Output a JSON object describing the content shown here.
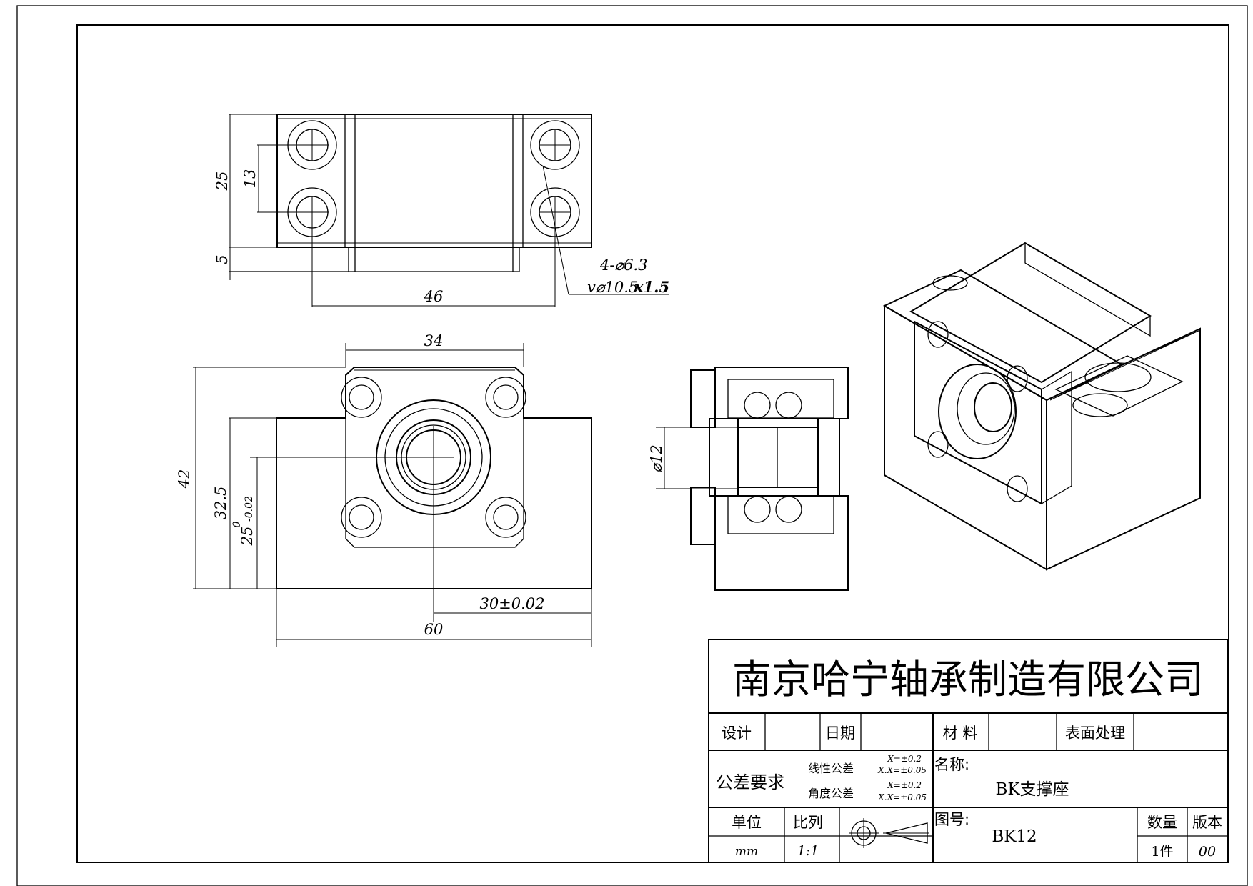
{
  "drawing": {
    "dimensions": {
      "top_view": {
        "height_25": "25",
        "spacing_13": "13",
        "offset_5": "5",
        "hole_spacing_46": "46",
        "holes_count_dia": "4-⌀6.3",
        "counterbore": "v⌀10.5",
        "counterbore_depth": "x1.5"
      },
      "front_view": {
        "width_34": "34",
        "height_42": "42",
        "height_32_5": "32.5",
        "height_25": "25",
        "tol_upper": "0",
        "tol_lower": "-0.02",
        "center_30": "30±0.02",
        "width_60": "60"
      },
      "section_view": {
        "bore_dia": "⌀12"
      }
    }
  },
  "title_block": {
    "company": "南京哈宁轴承制造有限公司",
    "design_label": "设计",
    "date_label": "日期",
    "material_label": "材 料",
    "surface_label": "表面处理",
    "tolerance_label": "公差要求",
    "linear_tol_label": "线性公差",
    "angular_tol_label": "角度公差",
    "linear_tol_1": "X=±0.2",
    "linear_tol_2": "X.X=±0.05",
    "angular_tol_1": "X=±0.2",
    "angular_tol_2": "X.X=±0.05",
    "name_label": "名称:",
    "name_value": "BK支撑座",
    "unit_label": "单位",
    "scale_label": "比列",
    "drawing_no_label": "图号:",
    "drawing_no_value": "BK12",
    "qty_label": "数量",
    "version_label": "版本",
    "unit_value": "mm",
    "scale_value": "1:1",
    "qty_value": "1件",
    "version_value": "00"
  }
}
